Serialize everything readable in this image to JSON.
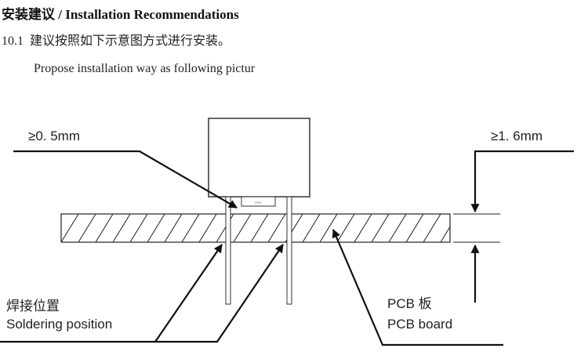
{
  "section": {
    "title": "安装建议  / Installation Recommendations",
    "step_number": "10.1",
    "step_text_zh": "建议按照如下示意图方式进行安装。",
    "step_text_en": "Propose installation way as following pictur"
  },
  "diagram": {
    "gap_label": "≥0. 5mm",
    "thickness_label": "≥1. 6mm",
    "soldering_label_zh": "焊接位置",
    "soldering_label_en": "Soldering position",
    "pcb_label_zh": "PCB 板",
    "pcb_label_en": "PCB board",
    "component_marking": "????"
  }
}
